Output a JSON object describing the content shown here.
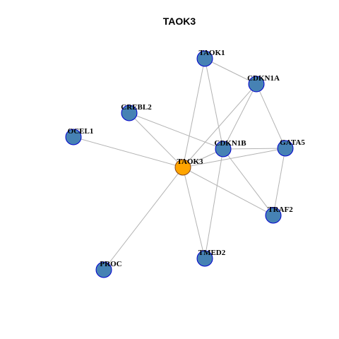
{
  "title": "TAOK3",
  "graph": {
    "colors": {
      "default_fill": "#4682B4",
      "default_border": "#0000CD",
      "focus_fill": "#FFA500",
      "focus_border": "#8B4513",
      "edge": "#B3B3B3"
    },
    "nodes": [
      {
        "id": "TAOK3",
        "label": "TAOK3",
        "focus": true
      },
      {
        "id": "TAOK1",
        "label": "TAOK1",
        "focus": false
      },
      {
        "id": "CDKN1A",
        "label": "CDKN1A",
        "focus": false
      },
      {
        "id": "CREBL2",
        "label": "CREBL2",
        "focus": false
      },
      {
        "id": "OCEL1",
        "label": "OCEL1",
        "focus": false
      },
      {
        "id": "CDKN1B",
        "label": "CDKN1B",
        "focus": false
      },
      {
        "id": "GATA5",
        "label": "GATA5",
        "focus": false
      },
      {
        "id": "TRAF2",
        "label": "TRAF2",
        "focus": false
      },
      {
        "id": "TMED2",
        "label": "TMED2",
        "focus": false
      },
      {
        "id": "PROC",
        "label": "PROC",
        "focus": false
      }
    ],
    "edges": [
      [
        "TAOK3",
        "TAOK1"
      ],
      [
        "TAOK3",
        "CDKN1A"
      ],
      [
        "TAOK3",
        "CREBL2"
      ],
      [
        "TAOK3",
        "OCEL1"
      ],
      [
        "TAOK3",
        "CDKN1B"
      ],
      [
        "TAOK3",
        "GATA5"
      ],
      [
        "TAOK3",
        "TRAF2"
      ],
      [
        "TAOK3",
        "TMED2"
      ],
      [
        "TAOK3",
        "PROC"
      ],
      [
        "TAOK1",
        "CDKN1A"
      ],
      [
        "TAOK1",
        "CDKN1B"
      ],
      [
        "CDKN1A",
        "GATA5"
      ],
      [
        "CDKN1A",
        "CDKN1B"
      ],
      [
        "CREBL2",
        "CDKN1B"
      ],
      [
        "CDKN1B",
        "GATA5"
      ],
      [
        "CDKN1B",
        "TRAF2"
      ],
      [
        "CDKN1B",
        "TMED2"
      ],
      [
        "GATA5",
        "TRAF2"
      ]
    ]
  }
}
